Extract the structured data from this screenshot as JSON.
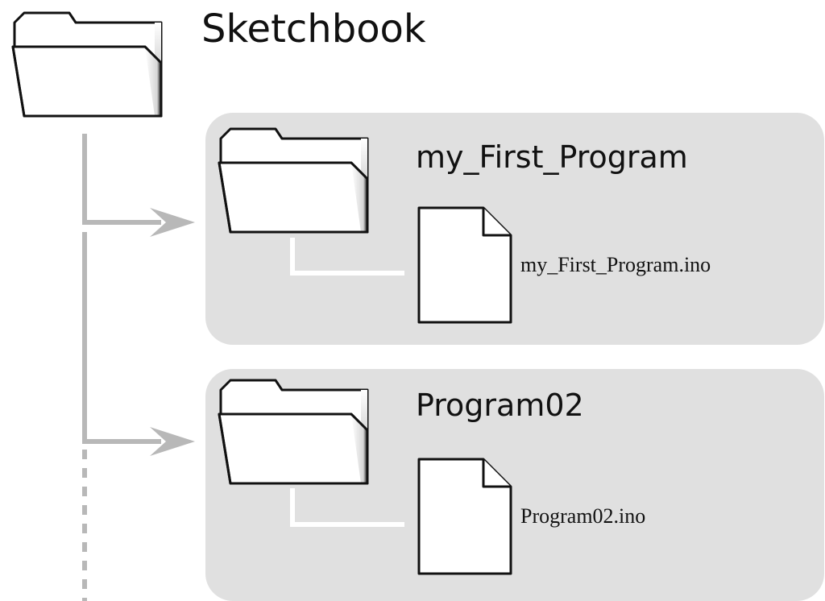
{
  "root": {
    "icon": "folder-icon",
    "title": "Sketchbook"
  },
  "folders": [
    {
      "icon": "folder-icon",
      "title": "my_First_Program",
      "file": {
        "icon": "document-icon",
        "label": "my_First_Program.ino"
      }
    },
    {
      "icon": "folder-icon",
      "title": "Program02",
      "file": {
        "icon": "document-icon",
        "label": "Program02.ino"
      }
    }
  ],
  "colors": {
    "panel": "#e0e0e0",
    "connector": "#b8b8b8",
    "ink": "#111111",
    "file_connector": "#ffffff"
  }
}
